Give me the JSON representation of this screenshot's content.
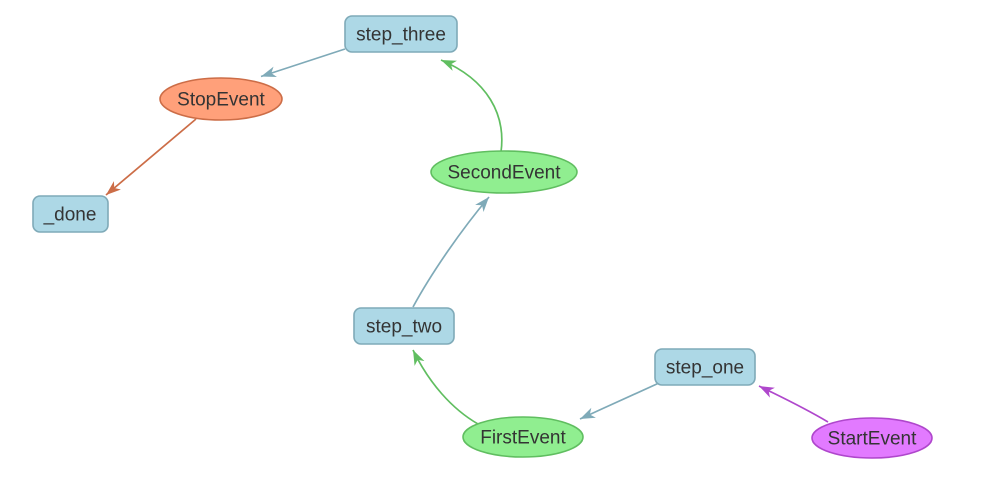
{
  "canvas": {
    "background": "#FFFFFF",
    "description_label": "workflow-graph"
  },
  "colors": {
    "label": "#343434",
    "step_fill": "#ADD8E6",
    "step_border": "#7FAAB8",
    "event_fill": "#90EE90",
    "event_border": "#60BE60",
    "stop_fill": "#FFA07A",
    "stop_border": "#CC6D47",
    "start_fill": "#E27AFF",
    "start_border": "#AF47CC",
    "edge_blue": "#7FAAB8",
    "edge_green": "#60BE60",
    "edge_orange": "#CC6D47",
    "edge_purple": "#AF47CC"
  },
  "nodes": [
    {
      "label": "step_three",
      "shape": "box",
      "fill": "#ADD8E6",
      "border": "#7FAAB8"
    },
    {
      "label": "StopEvent",
      "shape": "ellipse",
      "fill": "#FFA07A",
      "border": "#CC6D47"
    },
    {
      "label": "_done",
      "shape": "box",
      "fill": "#ADD8E6",
      "border": "#7FAAB8"
    },
    {
      "label": "SecondEvent",
      "shape": "ellipse",
      "fill": "#90EE90",
      "border": "#60BE60"
    },
    {
      "label": "step_two",
      "shape": "box",
      "fill": "#ADD8E6",
      "border": "#7FAAB8"
    },
    {
      "label": "step_one",
      "shape": "box",
      "fill": "#ADD8E6",
      "border": "#7FAAB8"
    },
    {
      "label": "FirstEvent",
      "shape": "ellipse",
      "fill": "#90EE90",
      "border": "#60BE60"
    },
    {
      "label": "StartEvent",
      "shape": "ellipse",
      "fill": "#E27AFF",
      "border": "#AF47CC"
    }
  ],
  "edges": [
    {
      "from": "step_three",
      "to": "StopEvent"
    },
    {
      "from": "StopEvent",
      "to": "_done"
    },
    {
      "from": "SecondEvent",
      "to": "step_three"
    },
    {
      "from": "step_two",
      "to": "SecondEvent"
    },
    {
      "from": "FirstEvent",
      "to": "step_two"
    },
    {
      "from": "step_one",
      "to": "FirstEvent"
    },
    {
      "from": "StartEvent",
      "to": "step_one"
    }
  ]
}
